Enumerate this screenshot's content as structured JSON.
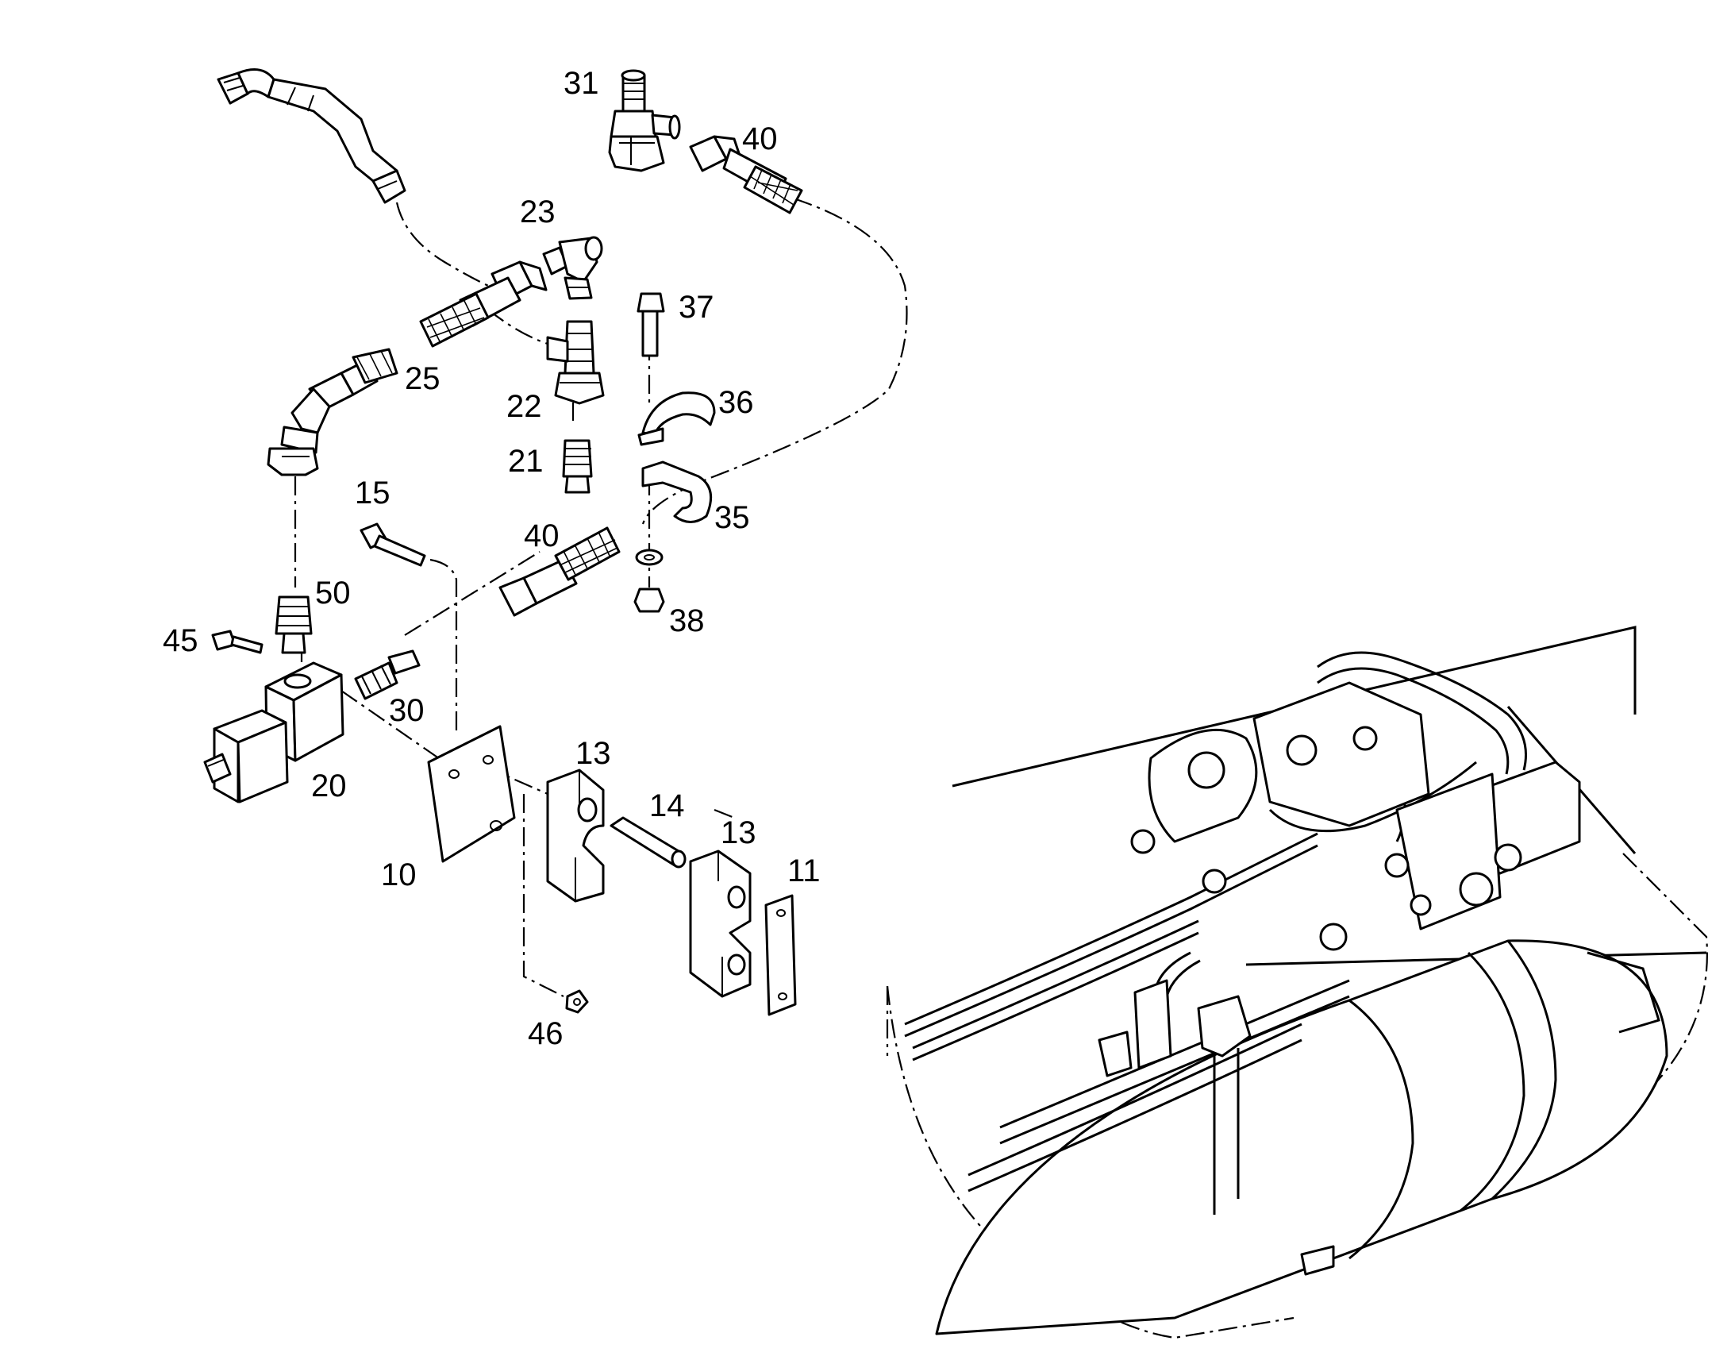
{
  "callouts": [
    {
      "id": "31",
      "text": "31"
    },
    {
      "id": "40a",
      "text": "40"
    },
    {
      "id": "23",
      "text": "23"
    },
    {
      "id": "37",
      "text": "37"
    },
    {
      "id": "25",
      "text": "25"
    },
    {
      "id": "36",
      "text": "36"
    },
    {
      "id": "22",
      "text": "22"
    },
    {
      "id": "21",
      "text": "21"
    },
    {
      "id": "15",
      "text": "15"
    },
    {
      "id": "35",
      "text": "35"
    },
    {
      "id": "40b",
      "text": "40"
    },
    {
      "id": "50",
      "text": "50"
    },
    {
      "id": "38",
      "text": "38"
    },
    {
      "id": "45",
      "text": "45"
    },
    {
      "id": "30",
      "text": "30"
    },
    {
      "id": "13a",
      "text": "13"
    },
    {
      "id": "20",
      "text": "20"
    },
    {
      "id": "14",
      "text": "14"
    },
    {
      "id": "13b",
      "text": "13"
    },
    {
      "id": "11",
      "text": "11"
    },
    {
      "id": "10",
      "text": "10"
    },
    {
      "id": "46",
      "text": "46"
    }
  ]
}
